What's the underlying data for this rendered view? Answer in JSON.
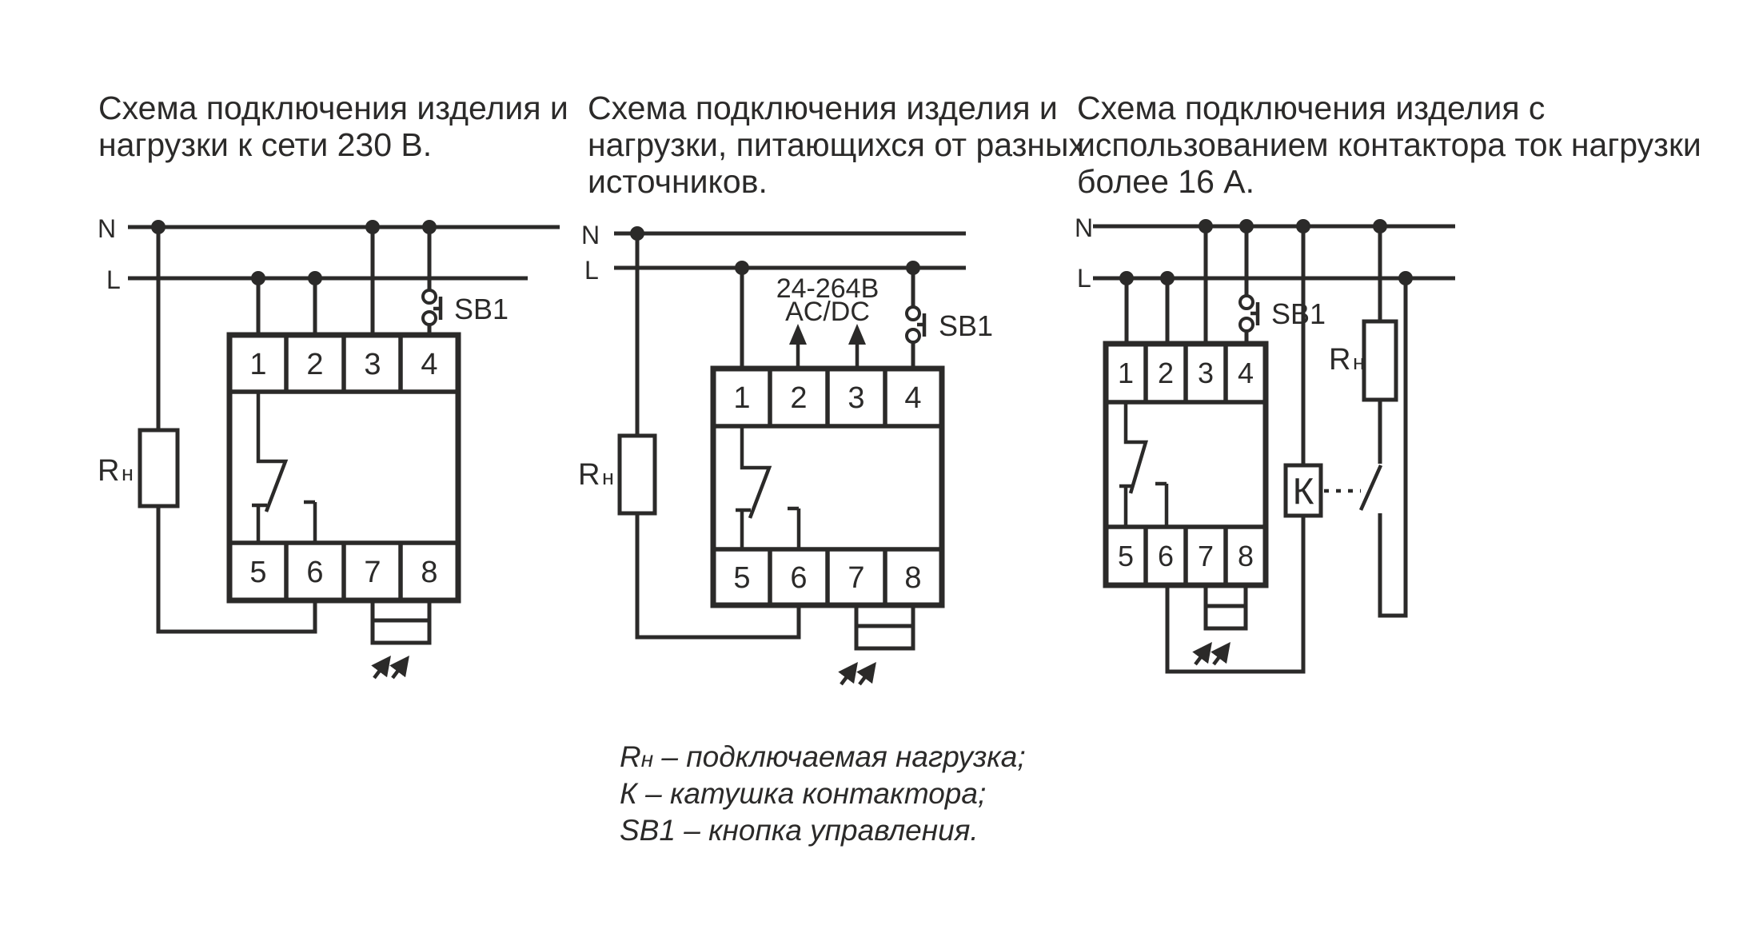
{
  "ink": "#2b2a29",
  "titles": {
    "d1": [
      "Схема подключения изделия и",
      "нагрузки к сети 230 В."
    ],
    "d2": [
      "Схема подключения изделия и",
      "нагрузки, питающихся от разных",
      "источников."
    ],
    "d3": [
      "Схема подключения изделия с",
      "использованием контактора ток нагрузки",
      "более 16 А."
    ]
  },
  "d1": {
    "n": "N",
    "l": "L",
    "r_sym": "R",
    "r_sub": "н",
    "sb1": "SB1",
    "t": [
      "1",
      "2",
      "3",
      "4",
      "5",
      "6",
      "7",
      "8"
    ]
  },
  "d2": {
    "n": "N",
    "l": "L",
    "r_sym": "R",
    "r_sub": "н",
    "sb1": "SB1",
    "supply1": "24-264В",
    "supply2": "AC/DC",
    "t": [
      "1",
      "2",
      "3",
      "4",
      "5",
      "6",
      "7",
      "8"
    ]
  },
  "d3": {
    "n": "N",
    "l": "L",
    "r_sym": "R",
    "r_sub": "н",
    "sb1": "SB1",
    "k": "К",
    "t": [
      "1",
      "2",
      "3",
      "4",
      "5",
      "6",
      "7",
      "8"
    ]
  },
  "legend": {
    "items": [
      {
        "sym": "R",
        "sub": "н",
        "text": " – подключаемая нагрузка;"
      },
      {
        "sym": "К",
        "sub": "",
        "text": " – катушка контактора;"
      },
      {
        "sym": "SB1",
        "sub": "",
        "text": " – кнопка управления."
      }
    ]
  }
}
